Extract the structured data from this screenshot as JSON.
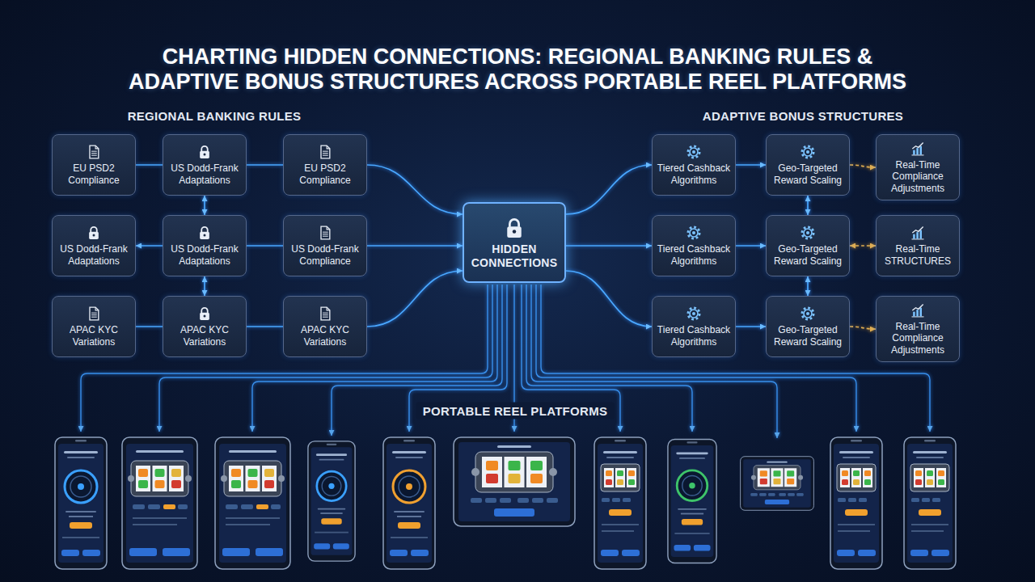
{
  "diagram": {
    "title": "CHARTING HIDDEN CONNECTIONS: REGIONAL BANKING RULES & ADAPTIVE BONUS STRUCTURES ACROSS PORTABLE REEL PLATFORMS",
    "nodes": [
      {
        "text": [
          "EU PSD2 Compliance"
        ]
      },
      {
        "text": [
          "US Dodd-Frank Adaptations"
        ]
      },
      {
        "text": [
          "EU PSD2 Compliance"
        ]
      },
      {
        "text": [
          "US Dodd-Frank Adaptations"
        ]
      },
      {
        "text": [
          "US Dodd-Frank Adaptations"
        ]
      },
      {
        "text": [
          "US Dodd-Frank Compliance"
        ]
      },
      {
        "text": [
          "APAC KYC Variations"
        ]
      },
      {
        "text": [
          "APAC KYC Variations"
        ]
      },
      {
        "text": [
          "APAC KYC Variations"
        ]
      },
      {
        "text": [
          "HIDDEN CONNECTIONS"
        ]
      },
      {
        "text": [
          "Tiered Cashback Algorithms"
        ]
      },
      {
        "text": [
          "Geo-Targeted Reward Scaling"
        ]
      },
      {
        "text": [
          "Real-Time Compliance Adjustments"
        ]
      },
      {
        "text": [
          "Tiered Cashback Algorithms"
        ]
      },
      {
        "text": [
          "Geo-Targeted Reward Scaling"
        ]
      },
      {
        "text": [
          "Real-Time STRUCTURES"
        ]
      },
      {
        "text": [
          "Tiered Cashback Algorithms"
        ]
      },
      {
        "text": [
          "Geo-Targeted Reward Scaling"
        ]
      },
      {
        "text": [
          "Real-Time Compliance Adjustments"
        ]
      }
    ],
    "edges": [
      {
        "from": 0,
        "to": 1,
        "arrow": "none"
      },
      {
        "from": 1,
        "to": 2,
        "arrow": "none"
      },
      {
        "from": 4,
        "to": 3,
        "arrow": "to"
      },
      {
        "from": 4,
        "to": 5,
        "arrow": "none"
      },
      {
        "from": 6,
        "to": 7,
        "arrow": "none"
      },
      {
        "from": 7,
        "to": 8,
        "arrow": "none"
      },
      {
        "from": 1,
        "to": 4,
        "arrow": "both"
      },
      {
        "from": 4,
        "to": 7,
        "arrow": "both"
      },
      {
        "from": 2,
        "to": 9,
        "arrow": "to"
      },
      {
        "from": 5,
        "to": 9,
        "arrow": "to"
      },
      {
        "from": 8,
        "to": 9,
        "arrow": "to"
      },
      {
        "from": 9,
        "to": 10,
        "arrow": "to"
      },
      {
        "from": 9,
        "to": 13,
        "arrow": "to"
      },
      {
        "from": 9,
        "to": 16,
        "arrow": "to"
      },
      {
        "from": 10,
        "to": 11,
        "arrow": "to"
      },
      {
        "from": 13,
        "to": 14,
        "arrow": "to"
      },
      {
        "from": 16,
        "to": 17,
        "arrow": "to"
      },
      {
        "from": 11,
        "to": 12,
        "arrow": "to"
      },
      {
        "from": 14,
        "to": 15,
        "arrow": "both"
      },
      {
        "from": 17,
        "to": 18,
        "arrow": "to"
      },
      {
        "from": 11,
        "to": 14,
        "arrow": "both"
      },
      {
        "from": 14,
        "to": 17,
        "arrow": "both"
      }
    ],
    "labels": [
      "REGIONAL BANKING RULES",
      "ADAPTIVE BONUS STRUCTURES",
      "PORTABLE REEL PLATFORMS"
    ]
  }
}
